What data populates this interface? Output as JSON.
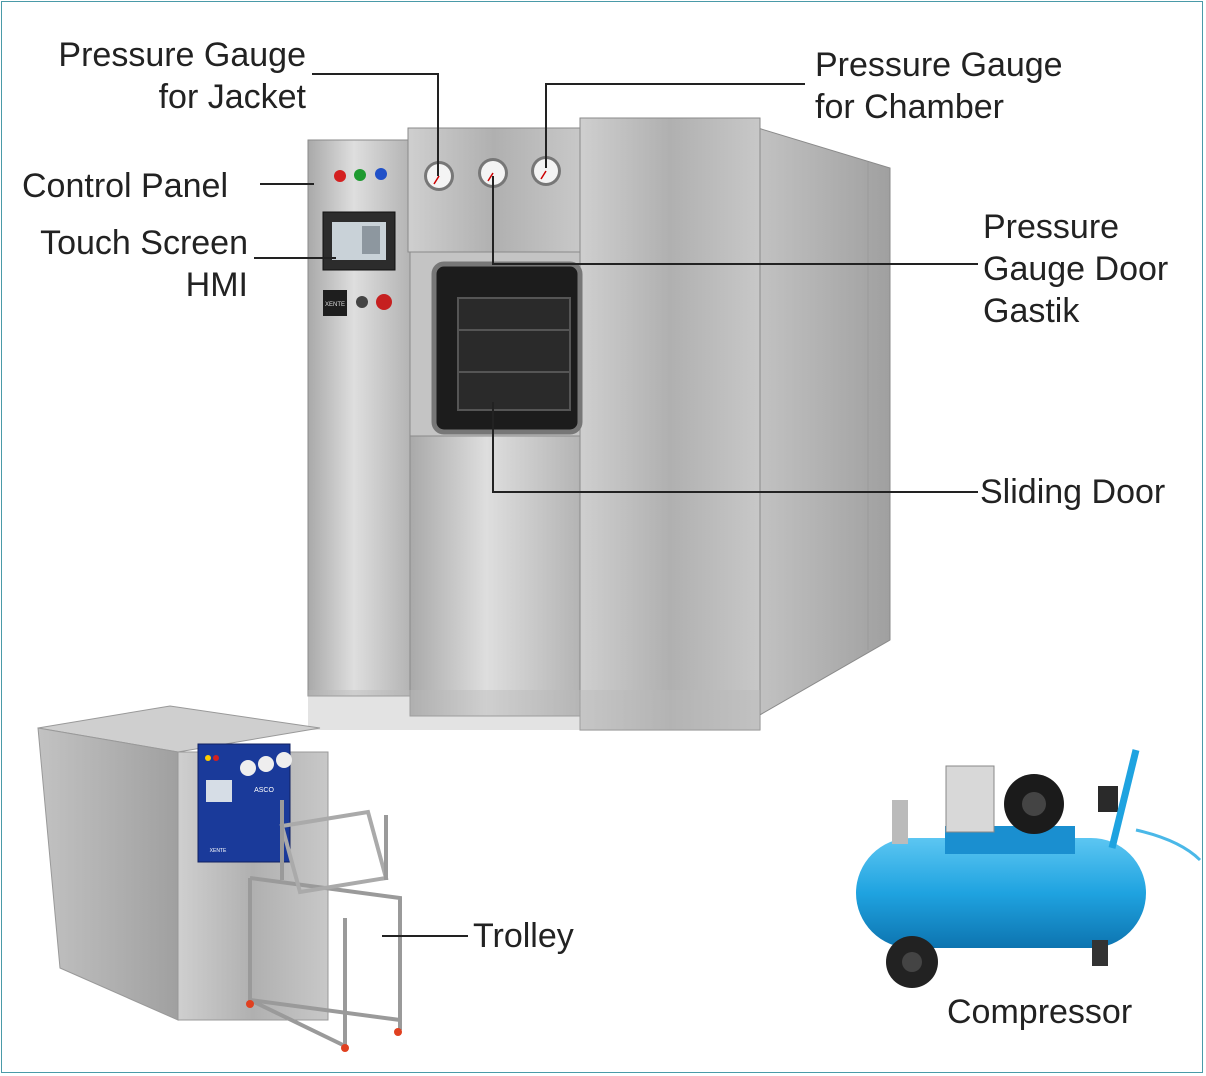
{
  "labels": {
    "gauge_jacket": [
      "Pressure Gauge",
      "for Jacket"
    ],
    "gauge_chamber": [
      "Pressure Gauge",
      "for Chamber"
    ],
    "control_panel": "Control Panel",
    "touch_screen": [
      "Touch Screen",
      "HMI"
    ],
    "gauge_door": [
      "Pressure",
      "Gauge Door",
      "Gastik"
    ],
    "sliding_door": "Sliding Door",
    "trolley": "Trolley",
    "compressor": "Compressor"
  },
  "device_text": {
    "keyswitch_badge": "XENTE",
    "small_unit_badge": "ASCO",
    "small_unit_footer": "XENTE"
  },
  "colors": {
    "frame_border": "#4a9aa8",
    "leader_line": "#222222",
    "steel_light": "#d8d8d8",
    "steel_dark": "#9a9a9a",
    "compressor_blue": "#1fa3e0",
    "panel_blue": "#1a3a9a"
  }
}
